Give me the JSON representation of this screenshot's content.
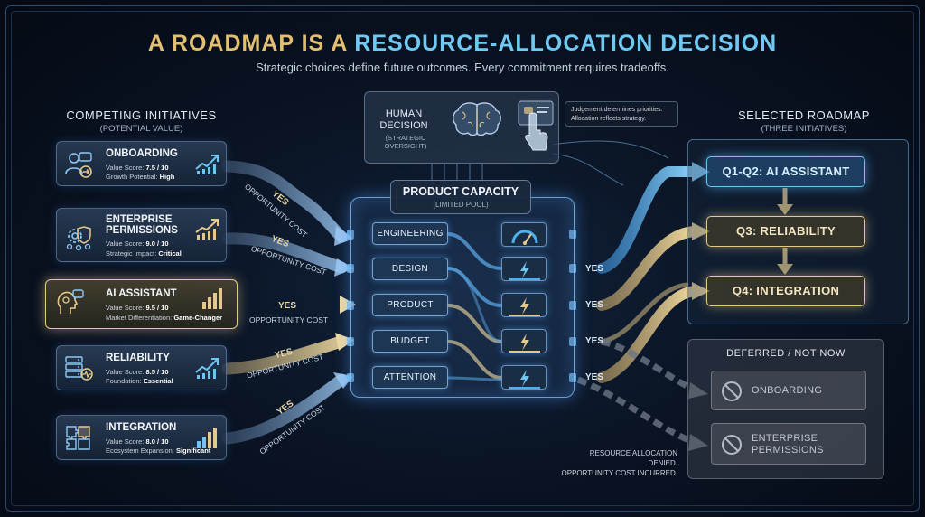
{
  "title": {
    "part1": "A ROADMAP IS A",
    "part2": "RESOURCE-ALLOCATION DECISION"
  },
  "subtitle": "Strategic choices define future outcomes. Every commitment requires tradeoffs.",
  "left_column": {
    "heading": "COMPETING INITIATIVES",
    "subheading": "(POTENTIAL VALUE)"
  },
  "initiatives": [
    {
      "name": "ONBOARDING",
      "score_label": "Value Score:",
      "score": "7.5 / 10",
      "metric_label": "Growth Potential:",
      "metric_value": "High",
      "icon": "user-onboarding-icon"
    },
    {
      "name_line1": "ENTERPRISE",
      "name_line2": "PERMISSIONS",
      "score_label": "Value Score:",
      "score": "9.0 / 10",
      "metric_label": "Strategic Impact:",
      "metric_value": "Critical",
      "icon": "permissions-gear-icon"
    },
    {
      "name": "AI ASSISTANT",
      "score_label": "Value Score:",
      "score": "9.5 / 10",
      "metric_label": "Market Differentiation:",
      "metric_value": "Game-Changer",
      "icon": "ai-head-chat-icon"
    },
    {
      "name": "RELIABILITY",
      "score_label": "Value Score:",
      "score": "8.5 / 10",
      "metric_label": "Foundation:",
      "metric_value": "Essential",
      "icon": "server-heartbeat-icon"
    },
    {
      "name": "INTEGRATION",
      "score_label": "Value Score:",
      "score": "8.0 / 10",
      "metric_label": "Ecosystem Expansion:",
      "metric_value": "Significant",
      "icon": "puzzle-icon"
    }
  ],
  "flow_labels": {
    "yes": "YES",
    "opportunity_cost": "OPPORTUNITY COST"
  },
  "human_decision": {
    "title_line1": "HUMAN",
    "title_line2": "DECISION",
    "subtitle": "(STRATEGIC OVERSIGHT)",
    "note_line1": "Judgement determines priorities.",
    "note_line2": "Allocation reflects strategy."
  },
  "capacity": {
    "title": "PRODUCT CAPACITY",
    "subtitle": "(LIMITED POOL)",
    "resources": [
      "ENGINEERING",
      "DESIGN",
      "PRODUCT",
      "BUDGET",
      "ATTENTION"
    ]
  },
  "output_label": "YES",
  "right_column": {
    "heading": "SELECTED ROADMAP",
    "subheading": "(THREE INITIATIVES)"
  },
  "roadmap": [
    "Q1-Q2: AI ASSISTANT",
    "Q3: RELIABILITY",
    "Q4: INTEGRATION"
  ],
  "deferred": {
    "title": "DEFERRED / NOT NOW",
    "items": [
      "ONBOARDING",
      "ENTERPRISE PERMISSIONS"
    ],
    "note_line1": "RESOURCE ALLOCATION DENIED.",
    "note_line2": "OPPORTUNITY COST INCURRED."
  },
  "colors": {
    "gold": "#e6c98a",
    "blue": "#6fc4f0",
    "background": "#050a14"
  }
}
